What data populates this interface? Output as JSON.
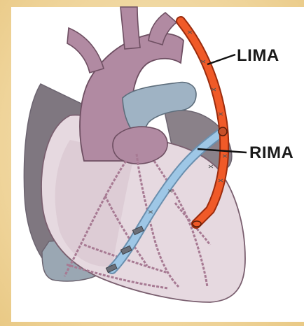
{
  "labels": {
    "lima": "LIMA",
    "rima": "RIMA"
  },
  "colors": {
    "background": "#f2dca8",
    "heart_body": "#b89aa8",
    "heart_shadow": "#7f7780",
    "aorta": "#b18aa2",
    "lima_graft": "#f05a28",
    "rima_graft": "#9ec7e6",
    "pulmonary": "#9fb3c4"
  },
  "icons": [
    "heart-illustration"
  ]
}
